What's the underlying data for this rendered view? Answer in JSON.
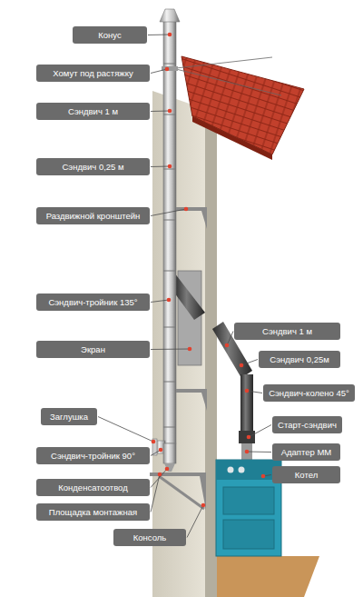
{
  "diagram": {
    "nodes": [
      {
        "text": [
          "Конус"
        ]
      },
      {
        "text": [
          "Хомут под растяжку"
        ]
      },
      {
        "text": [
          "Сэндвич 1 м"
        ]
      },
      {
        "text": [
          "Сэндвич 0,25 м"
        ]
      },
      {
        "text": [
          "Раздвижной кронштейн"
        ]
      },
      {
        "text": [
          "Сэндвич-тройник 135°"
        ]
      },
      {
        "text": [
          "Экран"
        ]
      },
      {
        "text": [
          "Заглушка"
        ]
      },
      {
        "text": [
          "Сэндвич-тройник 90°"
        ]
      },
      {
        "text": [
          "Конденсатоотвод"
        ]
      },
      {
        "text": [
          "Площадка монтажная"
        ]
      },
      {
        "text": [
          "Консоль"
        ]
      },
      {
        "text": [
          "Сэндвич 1 м"
        ]
      },
      {
        "text": [
          "Сэндвич 0,25м"
        ]
      },
      {
        "text": [
          "Сэндвич-колено 45°"
        ]
      },
      {
        "text": [
          "Старт-сэндвич"
        ]
      },
      {
        "text": [
          "Адаптер ММ"
        ]
      },
      {
        "text": [
          "Котел"
        ]
      }
    ]
  }
}
